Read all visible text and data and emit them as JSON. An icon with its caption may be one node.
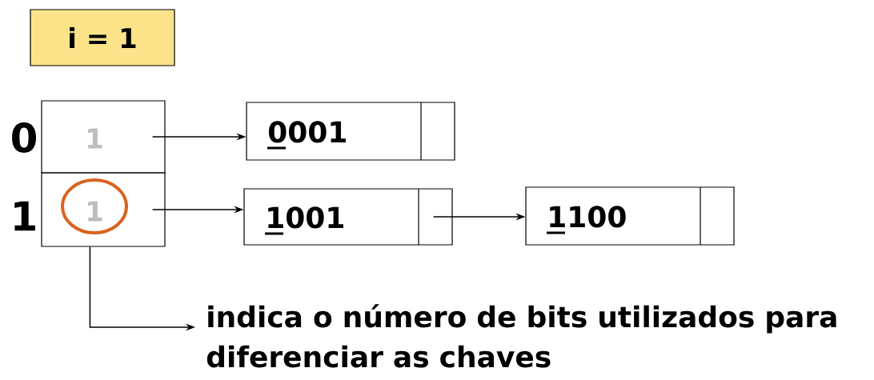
{
  "diagram": {
    "nodes": [
      {
        "text": [
          "i = 1"
        ]
      },
      {
        "text": [
          "1"
        ],
        "beside": [
          "0"
        ]
      },
      {
        "text": [
          "1"
        ],
        "beside": [
          "1"
        ]
      },
      {
        "text": [
          "0001"
        ]
      },
      {
        "text": [
          "1001"
        ]
      },
      {
        "text": [
          "1100"
        ]
      },
      {
        "text": [
          "indica o número de bits utilizados para diferenciar as chaves"
        ]
      }
    ],
    "edges": [
      {
        "from": 1,
        "to": 3,
        "arrow": "to"
      },
      {
        "from": 2,
        "to": 4,
        "arrow": "to"
      },
      {
        "from": 4,
        "to": 5,
        "arrow": "to"
      },
      {
        "from": 2,
        "to": 6,
        "arrow": "to"
      }
    ]
  }
}
